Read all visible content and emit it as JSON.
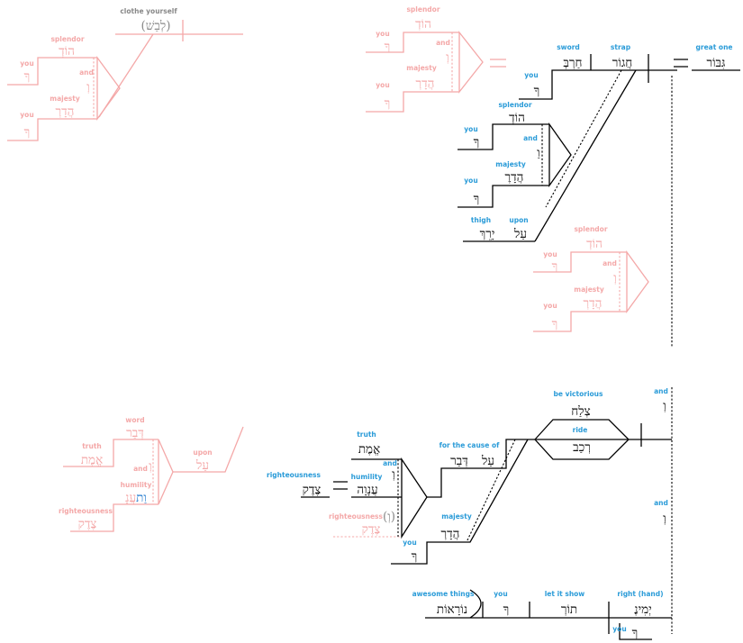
{
  "upper_left": {
    "clothe_gloss": "clothe yourself",
    "clothe_word": "(לְבַשׁ)",
    "splendor_gloss": "splendor",
    "splendor_word": "הוֹדְ",
    "you1_gloss": "you",
    "you1_word": "ךָ",
    "and_gloss": "and",
    "and_word": "וְ",
    "majesty_gloss": "majesty",
    "majesty_word": "הֲדָרְ",
    "you2_gloss": "you",
    "you2_word": "ךָ"
  },
  "upper_right": {
    "left_group": {
      "splendor_gloss": "splendor",
      "splendor_word": "הוֹדְ",
      "you1_gloss": "you",
      "you1_word": "ךָ",
      "and_gloss": "and",
      "and_word": "וְ",
      "majesty_gloss": "majesty",
      "majesty_word": "הֲדָרְ",
      "you2_gloss": "you",
      "you2_word": "ךָ"
    },
    "sword_gloss": "sword",
    "sword_word": "חַרְבְּ",
    "strap_gloss": "strap",
    "strap_word": "חֲגוֹר",
    "great_gloss": "great one",
    "great_word": "גִּבּוֹר",
    "sword_you_gloss": "you",
    "sword_you_word": "ךָ",
    "mid_group": {
      "splendor_gloss": "splendor",
      "splendor_word": "הוֹדְ",
      "you1_gloss": "you",
      "you1_word": "ךָ",
      "and_gloss": "and",
      "and_word": "וַ",
      "majesty_gloss": "majesty",
      "majesty_word": "הֲדָרֶ",
      "you2_gloss": "you",
      "you2_word": "ךָ"
    },
    "thigh_gloss": "thigh",
    "thigh_word": "יָרֵךְ",
    "upon_gloss": "upon",
    "upon_word": "עַל",
    "bottom_group": {
      "splendor_gloss": "splendor",
      "splendor_word": "הוֹדְ",
      "you1_gloss": "you",
      "you1_word": "ךָ",
      "and_gloss": "and",
      "and_word": "וְ",
      "majesty_gloss": "majesty",
      "majesty_word": "הֲדָרְ",
      "you2_gloss": "you",
      "you2_word": "ךָ"
    }
  },
  "lower_left": {
    "word_gloss": "word",
    "word_word": "דְּבַר",
    "truth_gloss": "truth",
    "truth_word": "אֱמֶת",
    "and_gloss": "and",
    "and_word": "וְ",
    "humility_gloss": "humility",
    "humility_word_a": "עֲנָ",
    "humility_word_b": "וַת",
    "righteous_gloss": "righteousness",
    "righteous_word": "צֶדֶק",
    "upon_gloss": "upon",
    "upon_word": "עַל"
  },
  "lower_right": {
    "truth_gloss": "truth",
    "truth_word": "אֱמֶת",
    "and_gloss": "and",
    "and_word": "וְ",
    "humility_gloss": "humility",
    "humility_word": "עֲנָוָה",
    "righteous_gloss": "righteousness",
    "righteous_word": "צֶדֶק",
    "righteous2_gloss": "righteousness",
    "righteous2_and": "(וְ)",
    "righteous2_word": "צֶדֶק",
    "cause_gloss": "for the cause of",
    "cause_word1": "דְּבַר",
    "cause_word2": "עַל",
    "victorious_gloss": "be victorious",
    "victorious_word": "צְלַח",
    "ride_gloss": "ride",
    "ride_word": "רְכַב",
    "and1_gloss": "and",
    "and1_word": "וְ",
    "majesty_gloss": "majesty",
    "majesty_word": "הֲדָרְ",
    "you_gloss": "you",
    "you_word": "ךָ",
    "and2_gloss": "and",
    "and2_word": "וְ",
    "awesome_gloss": "awesome things",
    "awesome_word": "נוֹרָאוֹת",
    "you2_gloss": "you",
    "you2_word": "ךָ",
    "show_gloss": "let it show",
    "show_word": "תוֹרְ",
    "right_gloss": "right (hand)",
    "right_word": "יְמִינֶ",
    "you3_gloss": "you",
    "you3_word": "ךָ"
  }
}
